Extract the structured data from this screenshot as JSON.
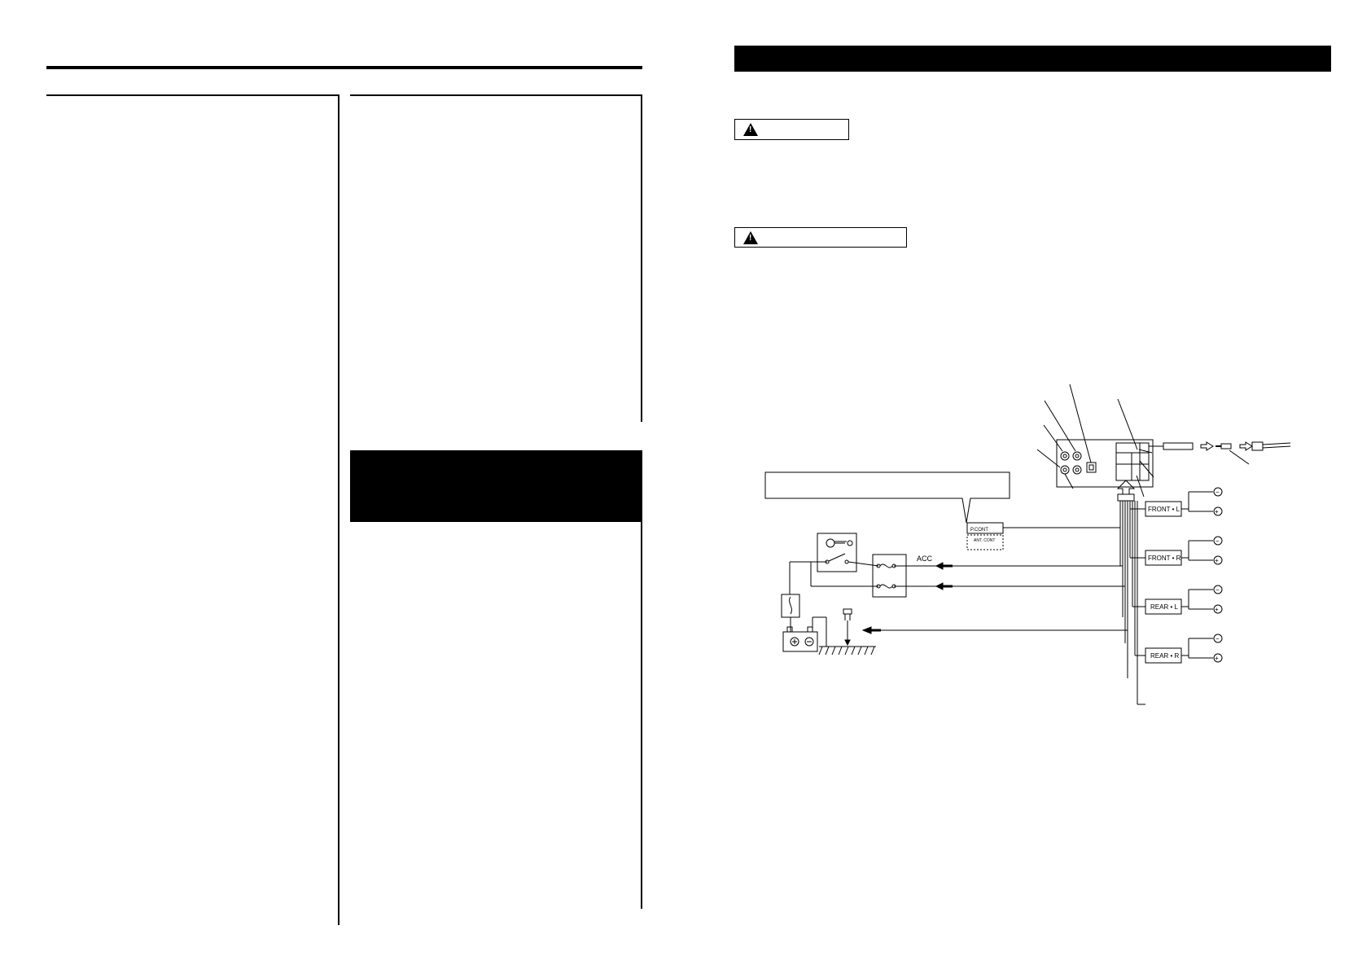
{
  "diagram": {
    "labels": {
      "acc": "ACC",
      "p_cont": "P.CONT",
      "ant_cont": "ANT.\nCONT"
    },
    "speakers": [
      {
        "label": "FRONT • L",
        "neg": "−",
        "pos": "+"
      },
      {
        "label": "FRONT • R",
        "neg": "−",
        "pos": "+"
      },
      {
        "label": "REAR • L",
        "neg": "−",
        "pos": "+"
      },
      {
        "label": "REAR • R",
        "neg": "−",
        "pos": "+"
      }
    ],
    "battery_terminals": {
      "pos": "+",
      "neg": "−"
    }
  }
}
